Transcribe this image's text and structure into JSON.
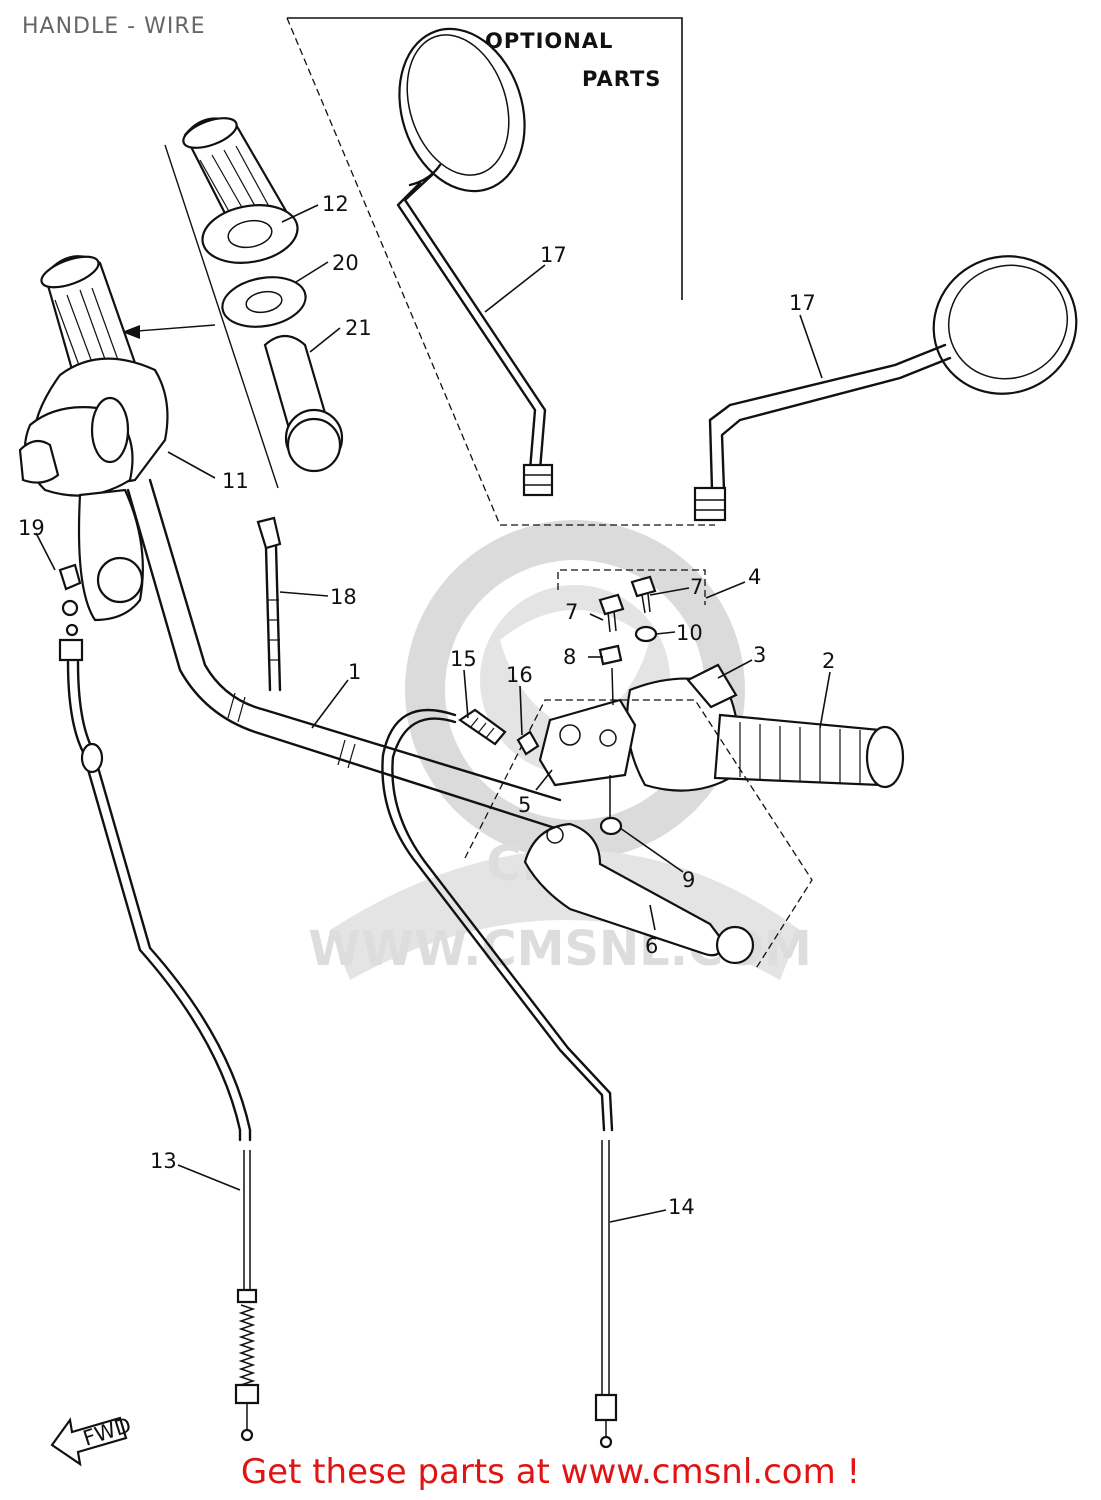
{
  "title": "HANDLE - WIRE",
  "footer": "Get these parts at www.cmsnl.com !",
  "optional_parts": {
    "line1": "OPTIONAL",
    "line2": "PARTS"
  },
  "watermark": {
    "text": "WWW.CMSNL.COM",
    "logo": "CMS"
  },
  "callouts": {
    "c1": "1",
    "c2": "2",
    "c3": "3",
    "c4": "4",
    "c5": "5",
    "c6": "6",
    "c7a": "7",
    "c7b": "7",
    "c8": "8",
    "c9": "9",
    "c10": "10",
    "c11": "11",
    "c12": "12",
    "c13": "13",
    "c14": "14",
    "c15": "15",
    "c16": "16",
    "c17a": "17",
    "c17b": "17",
    "c18": "18",
    "c19": "19",
    "c20": "20",
    "c21": "21"
  },
  "icons": {
    "direction": "fwd-arrow-icon",
    "fwd_text": "FWD"
  }
}
